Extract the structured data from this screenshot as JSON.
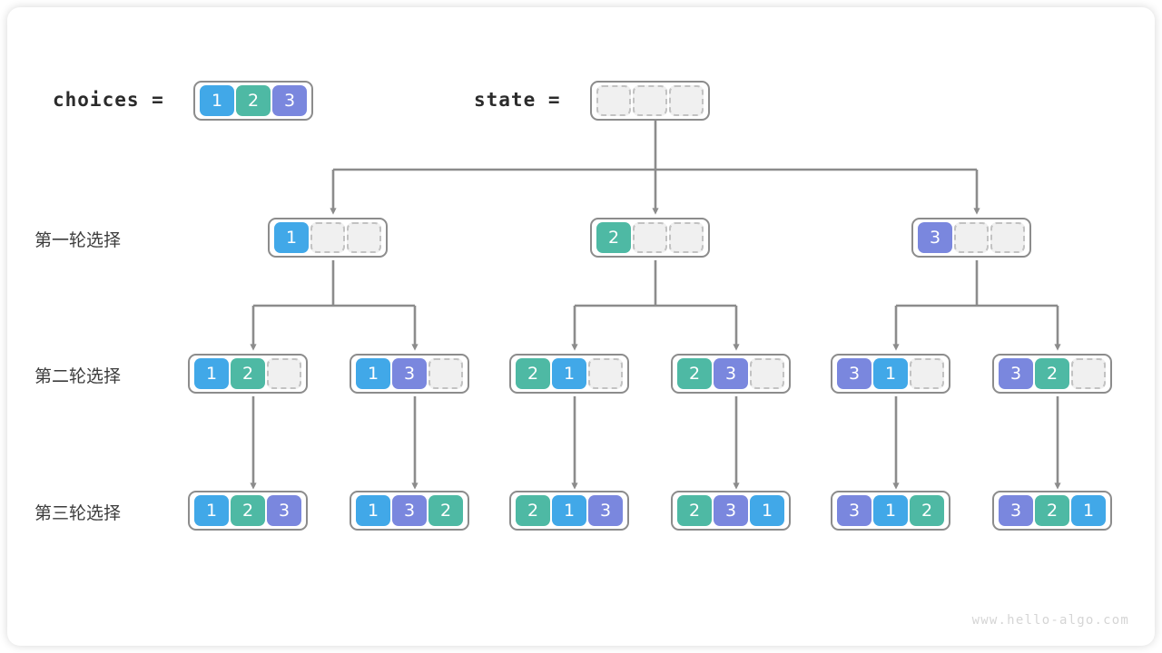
{
  "diagram": {
    "watermark": "www.hello-algo.com",
    "colors": {
      "value_1": "#41A8E8",
      "value_2": "#4EB9A4",
      "value_3": "#7A87DE",
      "empty_fill": "#F0F0F0",
      "empty_border": "#C2C2C2",
      "group_border": "#8C8C8C",
      "edge": "#8C8C8C",
      "label_text": "#3C3C3C"
    },
    "header": {
      "choices_label": "choices =",
      "choices_values": [
        "1",
        "2",
        "3"
      ],
      "state_label": "state =",
      "state_values": [
        "",
        "",
        ""
      ]
    },
    "row_labels": [
      "第一轮选择",
      "第二轮选择",
      "第三轮选择"
    ],
    "level1": [
      {
        "cells": [
          "1",
          "",
          ""
        ]
      },
      {
        "cells": [
          "2",
          "",
          ""
        ]
      },
      {
        "cells": [
          "3",
          "",
          ""
        ]
      }
    ],
    "level2": [
      {
        "cells": [
          "1",
          "2",
          ""
        ]
      },
      {
        "cells": [
          "1",
          "3",
          ""
        ]
      },
      {
        "cells": [
          "2",
          "1",
          ""
        ]
      },
      {
        "cells": [
          "2",
          "3",
          ""
        ]
      },
      {
        "cells": [
          "3",
          "1",
          ""
        ]
      },
      {
        "cells": [
          "3",
          "2",
          ""
        ]
      }
    ],
    "level3": [
      {
        "cells": [
          "1",
          "2",
          "3"
        ]
      },
      {
        "cells": [
          "1",
          "3",
          "2"
        ]
      },
      {
        "cells": [
          "2",
          "1",
          "3"
        ]
      },
      {
        "cells": [
          "2",
          "3",
          "1"
        ]
      },
      {
        "cells": [
          "3",
          "1",
          "2"
        ]
      },
      {
        "cells": [
          "3",
          "2",
          "1"
        ]
      }
    ]
  }
}
